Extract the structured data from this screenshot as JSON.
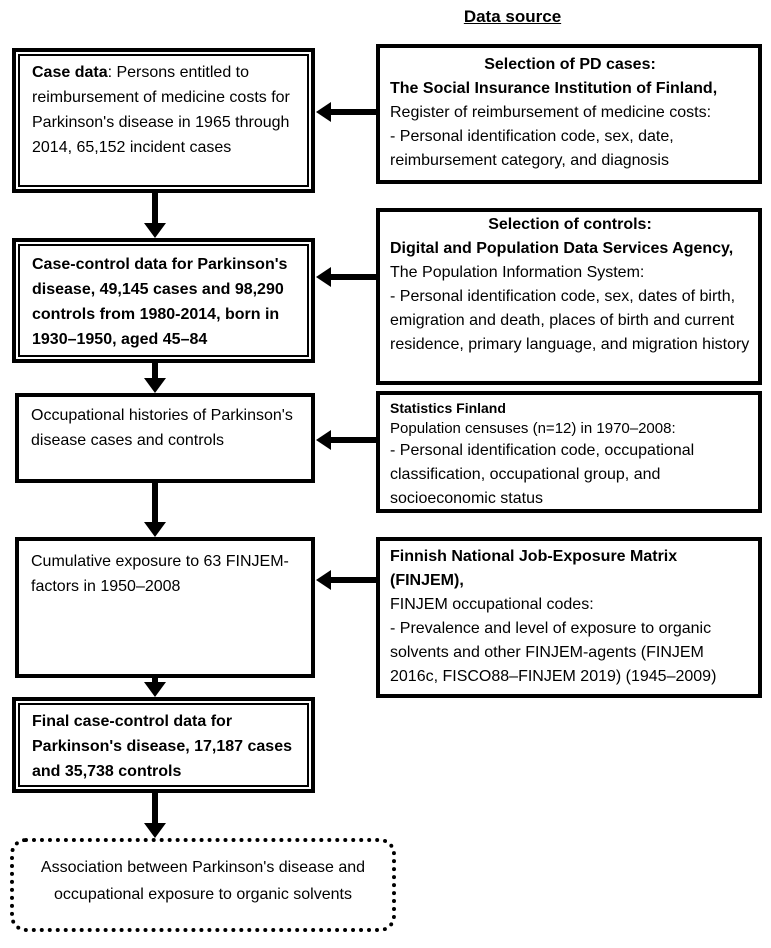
{
  "title": "Data source",
  "colors": {
    "ink": "#000000",
    "background": "#ffffff"
  },
  "left_column": {
    "case_data": {
      "lead": "Case data",
      "rest": ": Persons entitled to reimbursement of medicine costs for Parkinson's disease in 1965 through 2014, 65,152 incident cases"
    },
    "case_control": "Case-control data for Parkinson's disease, 49,145 cases and 98,290 controls from 1980-2014, born in 1930–1950, aged 45–84",
    "occupational_histories": "Occupational histories of Parkinson's disease cases and controls",
    "cumulative_exposure": "Cumulative exposure to 63 FINJEM-factors in 1950–2008",
    "final_data": "Final case-control data for Parkinson's disease, 17,187 cases and 35,738 controls",
    "association": "Association between Parkinson's disease and occupational exposure to organic solvents"
  },
  "right_column": {
    "pd_cases": {
      "heading": "Selection of PD cases:",
      "source": "The Social Insurance Institution of Finland,",
      "register": "Register of reimbursement of medicine costs:",
      "items": "- Personal identification code, sex, date, reimbursement category, and diagnosis"
    },
    "controls": {
      "heading": "Selection of controls:",
      "source": "Digital and Population Data Services Agency,",
      "register": "The Population Information System:",
      "items": "- Personal identification code, sex, dates of birth, emigration and death, places of birth and current residence, primary language, and migration history"
    },
    "statistics_finland": {
      "source": "Statistics Finland",
      "register": "Population censuses (n=12) in 1970–2008:",
      "items": "- Personal identification code, occupational classification, occupational group, and socioeconomic status"
    },
    "finjem": {
      "source": "Finnish National Job-Exposure Matrix (FINJEM),",
      "register": "FINJEM occupational codes:",
      "items": "- Prevalence and level of exposure to organic solvents and other FINJEM-agents (FINJEM 2016c, FISCO88–FINJEM 2019) (1945–2009)"
    }
  }
}
